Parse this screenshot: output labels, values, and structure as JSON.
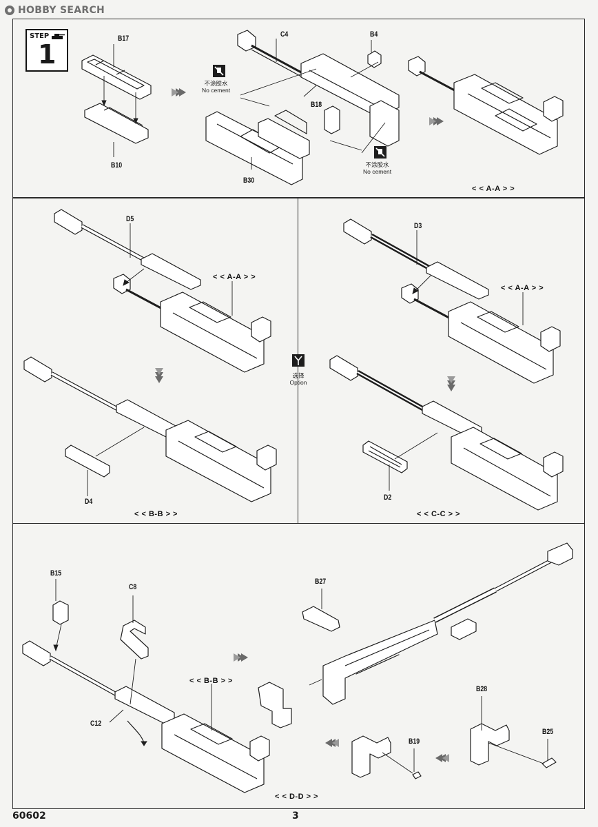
{
  "watermark": {
    "text": "HOBBY SEARCH",
    "icon": "hobby-search-logo-icon"
  },
  "step": {
    "label": "STEP",
    "number": "1"
  },
  "step1": {
    "parts": {
      "b17": "B17",
      "b10": "B10",
      "c4": "C4",
      "b4": "B4",
      "b18": "B18",
      "b30": "B30"
    },
    "no_cement_left": {
      "cn": "不涂胶水",
      "en": "No cement"
    },
    "no_cement_right": {
      "cn": "不涂胶水",
      "en": "No cement"
    },
    "subassembly": "< < A-A > >"
  },
  "step_b": {
    "parts": {
      "d5": "D5",
      "d4": "D4"
    },
    "ref": "< < A-A > >",
    "result": "< < B-B > >"
  },
  "step_c": {
    "parts": {
      "d3": "D3",
      "d2": "D2"
    },
    "ref": "< < A-A > >",
    "result": "< < C-C > >"
  },
  "option": {
    "cn": "选择",
    "en": "Option",
    "icon": "option-branch-icon"
  },
  "step_d": {
    "parts": {
      "b15": "B15",
      "c8": "C8",
      "c12": "C12",
      "b27": "B27",
      "b28": "B28",
      "b25": "B25",
      "b19": "B19"
    },
    "ref": "< < B-B > >",
    "result": "< < D-D > >"
  },
  "footer": {
    "code": "60602",
    "page": "3"
  },
  "colors": {
    "line": "#1e1e1e",
    "paper": "#f4f4f2",
    "fill": "#ffffff"
  }
}
